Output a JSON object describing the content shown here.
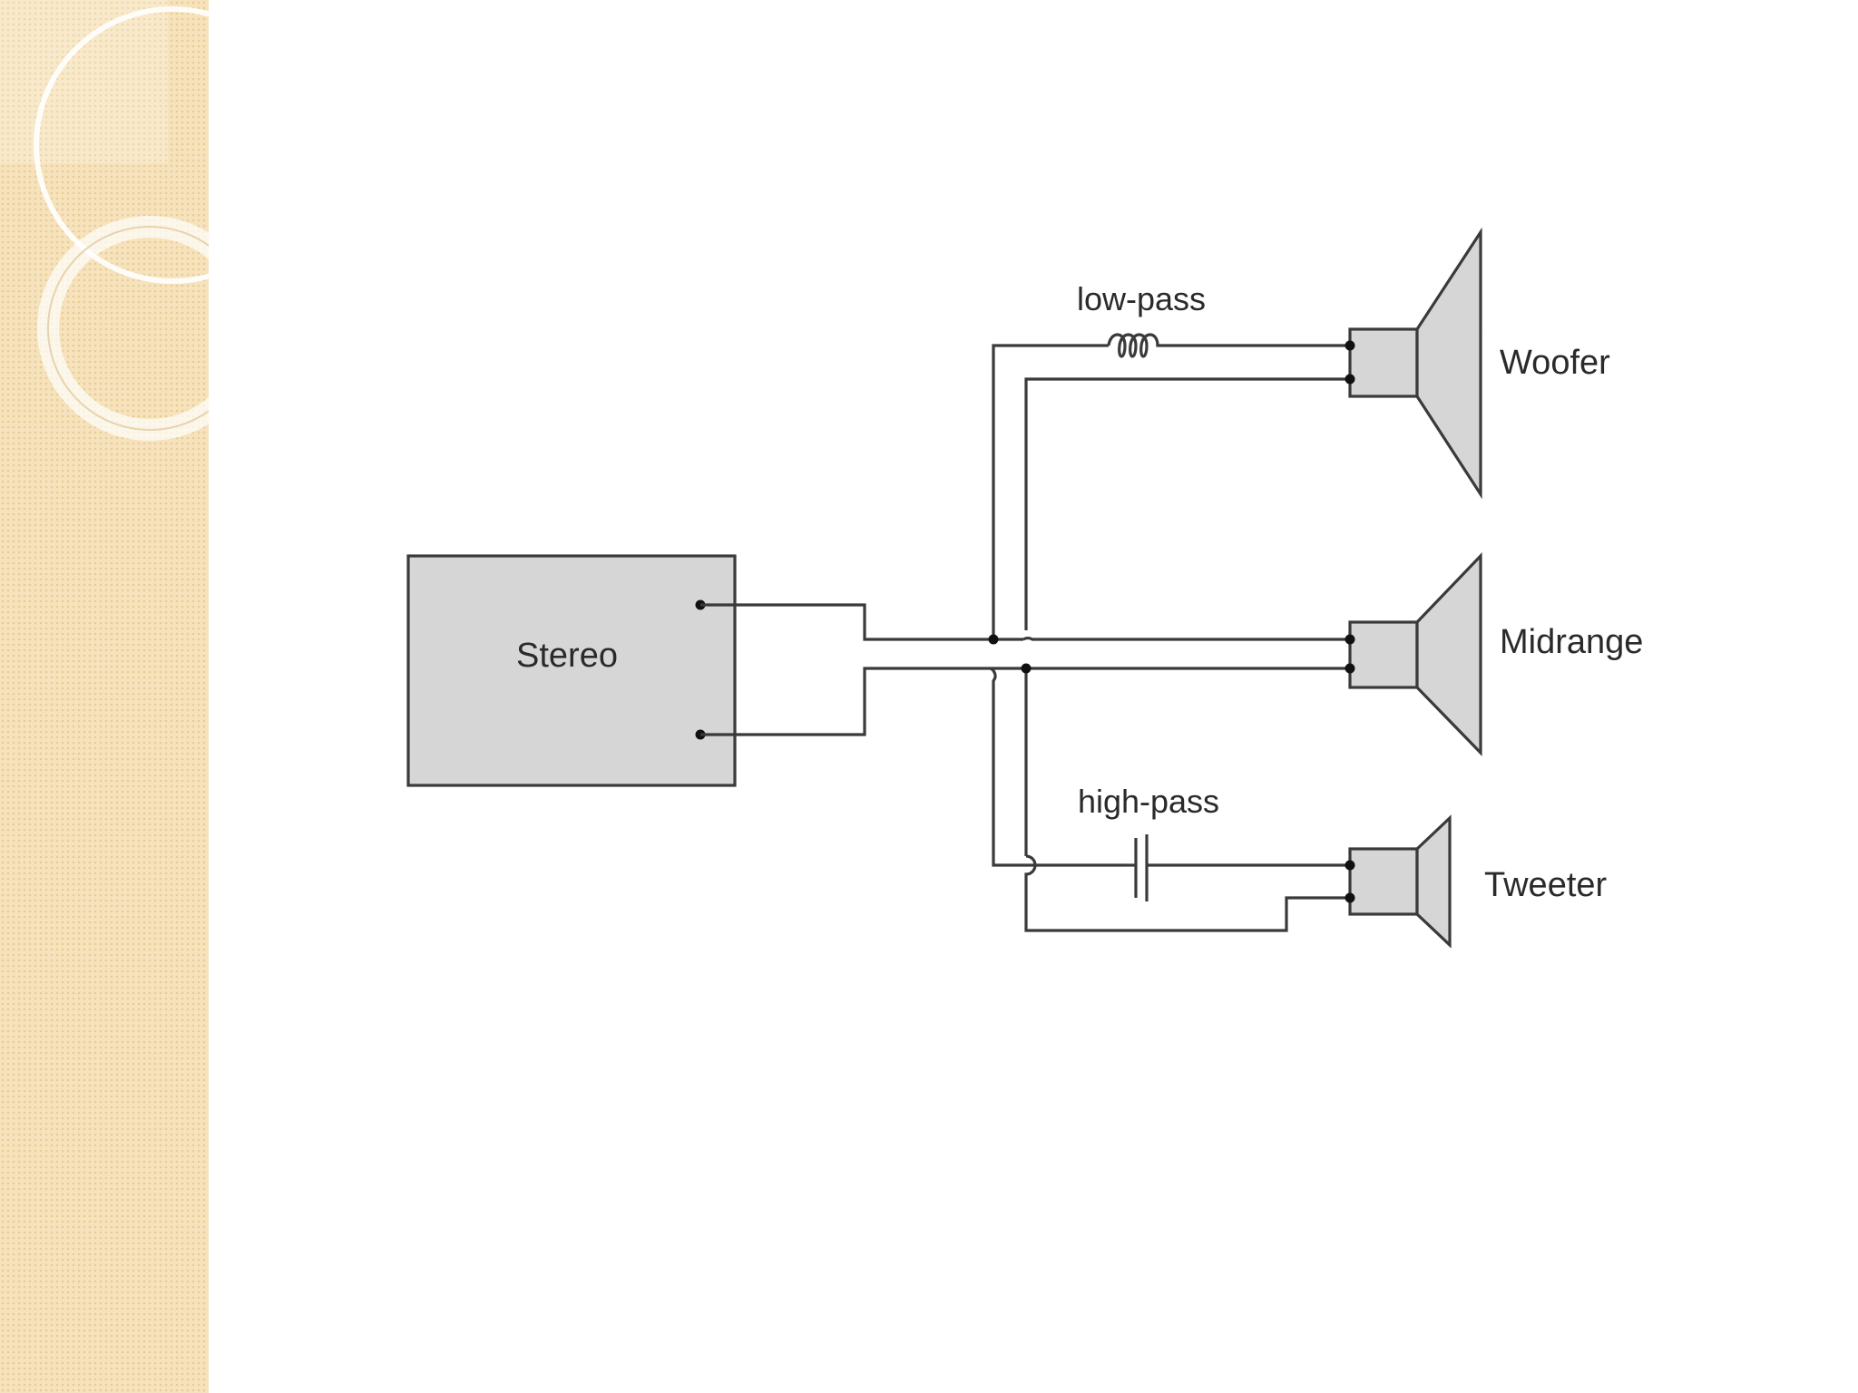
{
  "diagram": {
    "components": {
      "source": "Stereo",
      "low_pass_filter": "low-pass",
      "high_pass_filter": "high-pass",
      "speakers": [
        "Woofer",
        "Midrange",
        "Tweeter"
      ]
    }
  },
  "colors": {
    "side_panel_bg": "#f6e3bd",
    "side_panel_dots": "#e9cc93",
    "component_fill": "#d6d6d6",
    "line": "#3a3a3a",
    "background": "#ffffff"
  },
  "icons": {
    "decoration": "concentric-rings-ornament",
    "inductor": "inductor-coil-icon",
    "capacitor": "capacitor-icon",
    "speaker": "speaker-cone-icon"
  }
}
